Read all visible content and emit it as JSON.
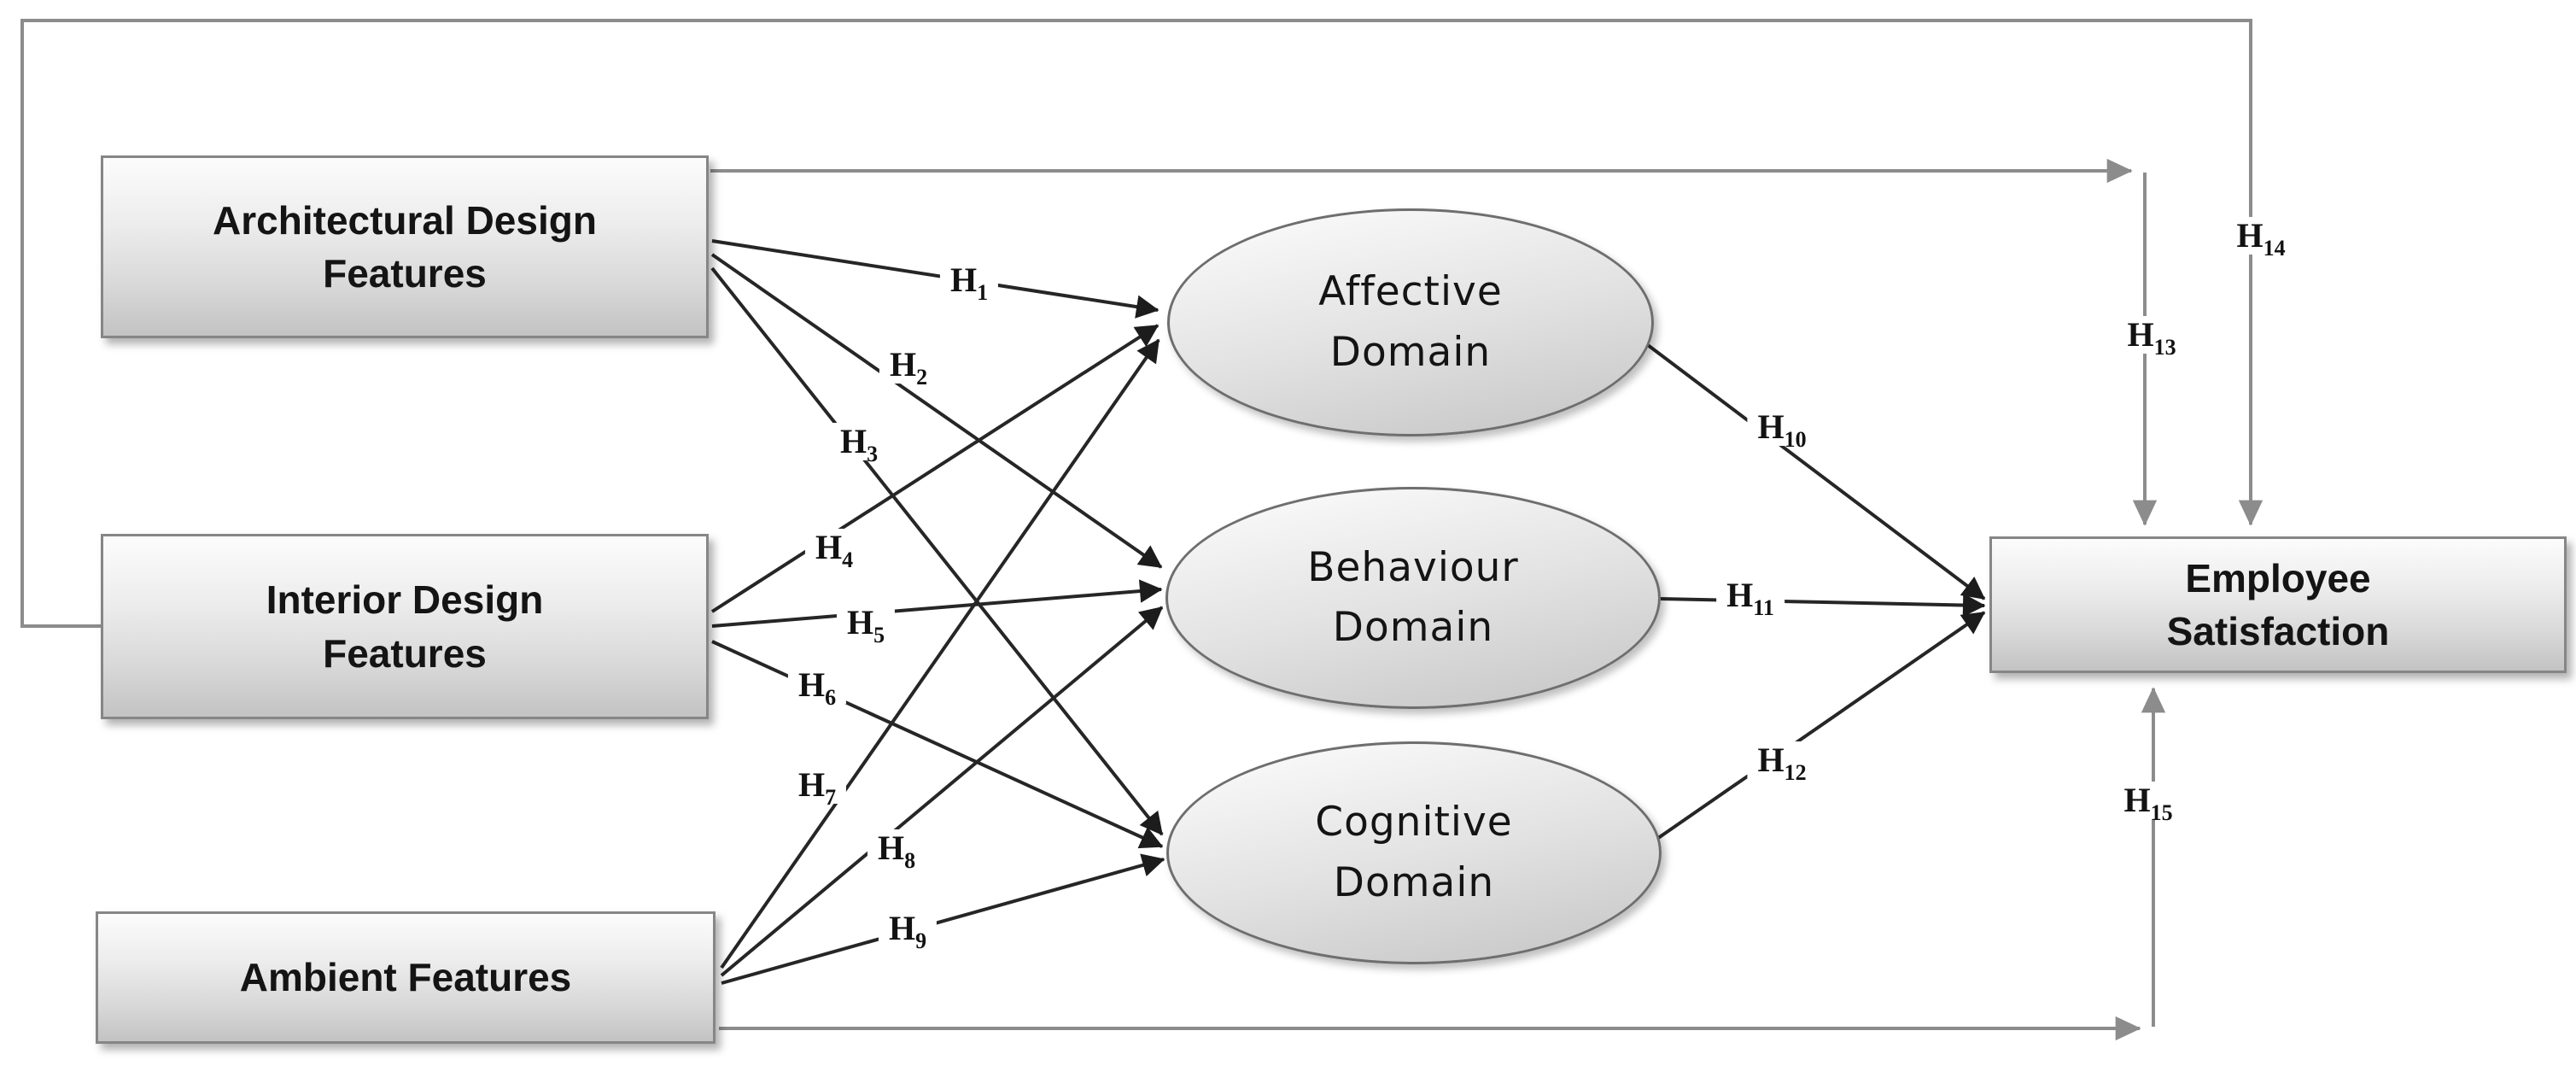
{
  "figure": {
    "type": "hypothesis-path-model",
    "nodes": {
      "architectural": {
        "label": "Architectural Design\nFeatures",
        "shape": "rectangle"
      },
      "interior": {
        "label": "Interior Design\nFeatures",
        "shape": "rectangle"
      },
      "ambient": {
        "label": "Ambient Features",
        "shape": "rectangle"
      },
      "affective": {
        "label": "Affective\nDomain",
        "shape": "ellipse"
      },
      "behaviour": {
        "label": "Behaviour\nDomain",
        "shape": "ellipse"
      },
      "cognitive": {
        "label": "Cognitive\nDomain",
        "shape": "ellipse"
      },
      "satisfaction": {
        "label": "Employee\nSatisfaction",
        "shape": "rectangle"
      }
    },
    "hypotheses": [
      {
        "id": "H1",
        "base": "H",
        "sub": "1"
      },
      {
        "id": "H2",
        "base": "H",
        "sub": "2"
      },
      {
        "id": "H3",
        "base": "H",
        "sub": "3"
      },
      {
        "id": "H4",
        "base": "H",
        "sub": "4"
      },
      {
        "id": "H5",
        "base": "H",
        "sub": "5"
      },
      {
        "id": "H6",
        "base": "H",
        "sub": "6"
      },
      {
        "id": "H7",
        "base": "H",
        "sub": "7"
      },
      {
        "id": "H8",
        "base": "H",
        "sub": "8"
      },
      {
        "id": "H9",
        "base": "H",
        "sub": "9"
      },
      {
        "id": "H10",
        "base": "H",
        "sub": "10"
      },
      {
        "id": "H11",
        "base": "H",
        "sub": "11"
      },
      {
        "id": "H12",
        "base": "H",
        "sub": "12"
      },
      {
        "id": "H13",
        "base": "H",
        "sub": "13"
      },
      {
        "id": "H14",
        "base": "H",
        "sub": "14"
      },
      {
        "id": "H15",
        "base": "H",
        "sub": "15"
      }
    ],
    "edges": [
      {
        "hypothesis": "H1",
        "from": "Architectural Design Features",
        "to": "Affective Domain"
      },
      {
        "hypothesis": "H2",
        "from": "Architectural Design Features",
        "to": "Behaviour Domain"
      },
      {
        "hypothesis": "H3",
        "from": "Architectural Design Features",
        "to": "Cognitive Domain"
      },
      {
        "hypothesis": "H4",
        "from": "Interior Design Features",
        "to": "Affective Domain"
      },
      {
        "hypothesis": "H5",
        "from": "Interior Design Features",
        "to": "Behaviour Domain"
      },
      {
        "hypothesis": "H6",
        "from": "Interior Design Features",
        "to": "Cognitive Domain"
      },
      {
        "hypothesis": "H7",
        "from": "Ambient Features",
        "to": "Affective Domain"
      },
      {
        "hypothesis": "H8",
        "from": "Ambient Features",
        "to": "Behaviour Domain"
      },
      {
        "hypothesis": "H9",
        "from": "Ambient Features",
        "to": "Cognitive Domain"
      },
      {
        "hypothesis": "H10",
        "from": "Affective Domain",
        "to": "Employee Satisfaction"
      },
      {
        "hypothesis": "H11",
        "from": "Behaviour Domain",
        "to": "Employee Satisfaction"
      },
      {
        "hypothesis": "H12",
        "from": "Cognitive Domain",
        "to": "Employee Satisfaction"
      },
      {
        "hypothesis": "H13",
        "from": "Architectural Design Features",
        "to": "Employee Satisfaction"
      },
      {
        "hypothesis": "H14",
        "from": "Interior Design Features",
        "to": "Employee Satisfaction"
      },
      {
        "hypothesis": "H15",
        "from": "Ambient Features",
        "to": "Employee Satisfaction"
      }
    ],
    "colors": {
      "direct_arrow": "#262626",
      "elbow_arrow": "#8c8c8c",
      "node_border": "#868686",
      "node_fill_light": "#fcfcfc",
      "node_fill_dark": "#c3c3c3",
      "text": "#141414"
    }
  }
}
